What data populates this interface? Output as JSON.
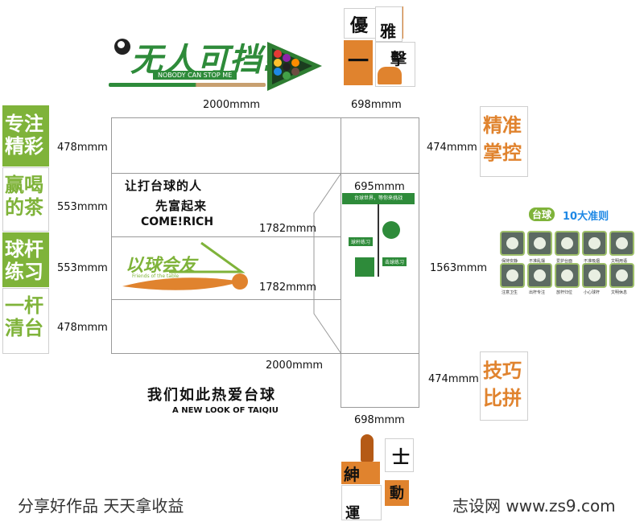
{
  "banner": {
    "slogan_cn": "无人可挡!",
    "slogan_en": "NOBODY CAN STOP ME"
  },
  "dims": {
    "top_width": "2000mmm",
    "top_right_width": "698mmm",
    "left_1": "478mmm",
    "left_2": "553mmm",
    "left_3": "553mmm",
    "left_4": "478mmm",
    "mid_1": "1782mmm",
    "mid_2": "1782mmm",
    "bottom_width": "2000mmm",
    "right_panel_width": "695mmm",
    "right_1": "474mmm",
    "right_2": "1563mmm",
    "right_3": "474mmm",
    "bottom_right_width": "698mmm"
  },
  "wall": {
    "slogan_line1": "让打台球的人",
    "slogan_line2": "先富起来",
    "slogan_en": "COME!RICH",
    "logo_cn": "以球会友",
    "logo_en": "Friends of the table",
    "footer_cn": "我们如此热爱台球",
    "footer_en": "A NEW LOOK OF TAIQIU"
  },
  "signpost": {
    "top": "台球世界，等你来挑战",
    "left": "球杆练习",
    "right": "击球练习"
  },
  "top_panels": {
    "char1": "優",
    "char2": "雅",
    "char3": "一",
    "char4": "擊"
  },
  "bottom_panels": {
    "char1": "士",
    "char2": "紳",
    "char3": "動",
    "char4": "運"
  },
  "left_panels": [
    {
      "chars": "专注精彩"
    },
    {
      "chars": "赢喝的茶"
    },
    {
      "chars": "球杆练习"
    },
    {
      "chars": "一杆清台"
    }
  ],
  "right_panels": {
    "upper": "精准掌控",
    "lower": "技巧比拼"
  },
  "rules": {
    "title_badge": "台球",
    "title": "10大准则",
    "items": [
      "保持安静",
      "不准乱摆",
      "爱护台面",
      "不准吸烟",
      "文明用语",
      "注意卫生",
      "出杆专注",
      "放杆归位",
      "小心球杆",
      "文明休息"
    ]
  },
  "footer": {
    "left": "分享好作品 天天拿收益",
    "right": "志设网 www.zs9.com"
  },
  "colors": {
    "green": "#7fb33a",
    "orange": "#e0832e",
    "dark_green": "#2e7d32"
  }
}
